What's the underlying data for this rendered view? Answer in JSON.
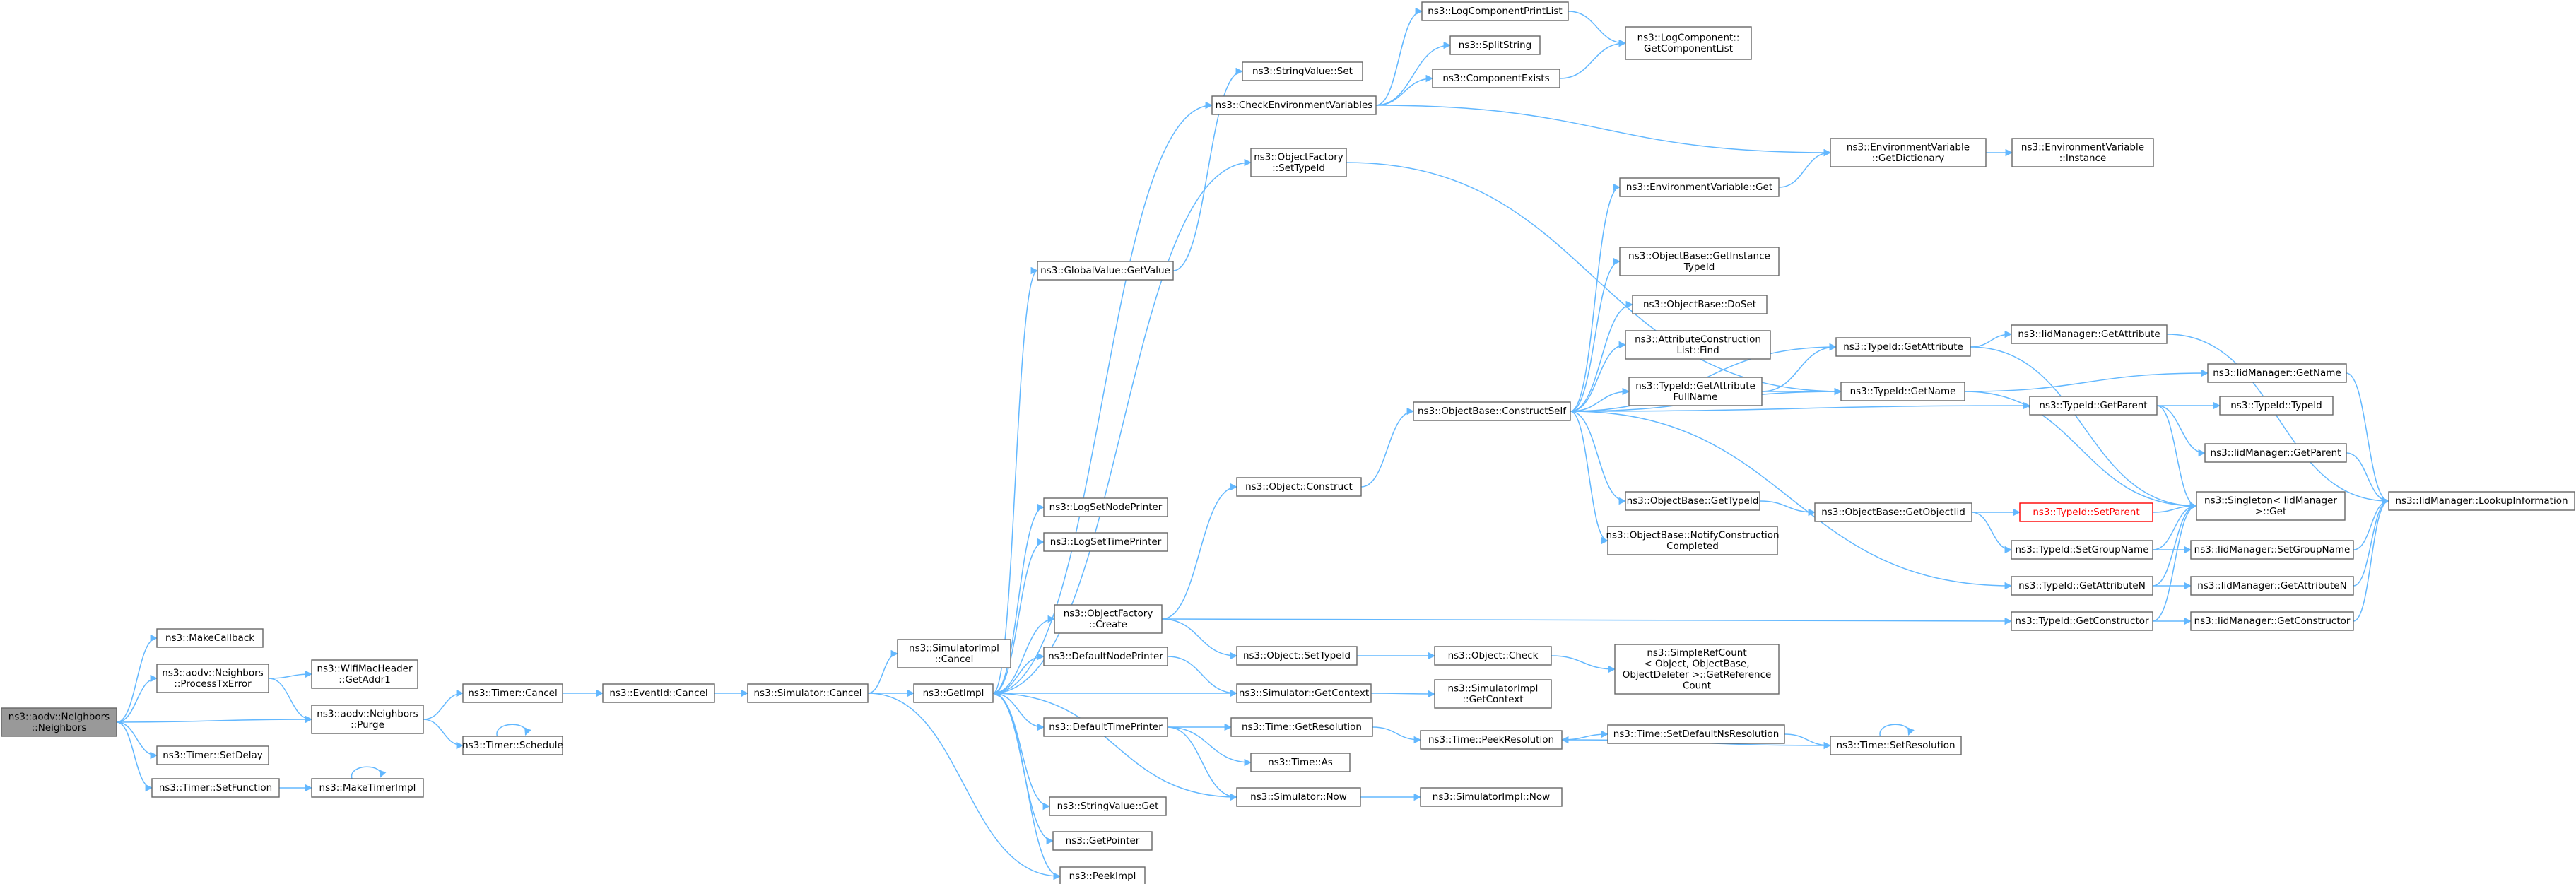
{
  "colors": {
    "edge": "#63b8ff",
    "node_border": "#666666",
    "root_fill": "#999999",
    "highlight": "#ff0000"
  },
  "nodes": [
    {
      "id": "neighbors",
      "label": [
        "ns3::aodv::Neighbors",
        "::Neighbors"
      ],
      "root": true
    },
    {
      "id": "makecallback",
      "label": [
        "ns3::MakeCallback"
      ]
    },
    {
      "id": "processtxerror",
      "label": [
        "ns3::aodv::Neighbors",
        "::ProcessTxError"
      ]
    },
    {
      "id": "getaddr1",
      "label": [
        "ns3::WifiMacHeader",
        "::GetAddr1"
      ]
    },
    {
      "id": "purge",
      "label": [
        "ns3::aodv::Neighbors",
        "::Purge"
      ]
    },
    {
      "id": "setdelay",
      "label": [
        "ns3::Timer::SetDelay"
      ]
    },
    {
      "id": "setfunction",
      "label": [
        "ns3::Timer::SetFunction"
      ]
    },
    {
      "id": "maketimerimpl",
      "label": [
        "ns3::MakeTimerImpl"
      ]
    },
    {
      "id": "timercancel",
      "label": [
        "ns3::Timer::Cancel"
      ]
    },
    {
      "id": "timerschedule",
      "label": [
        "ns3::Timer::Schedule"
      ]
    },
    {
      "id": "eventidcancel",
      "label": [
        "ns3::EventId::Cancel"
      ]
    },
    {
      "id": "simcancel",
      "label": [
        "ns3::Simulator::Cancel"
      ]
    },
    {
      "id": "simimplcancel",
      "label": [
        "ns3::SimulatorImpl",
        "::Cancel"
      ]
    },
    {
      "id": "getimpl",
      "label": [
        "ns3::GetImpl"
      ]
    },
    {
      "id": "gvgetvalue",
      "label": [
        "ns3::GlobalValue::GetValue"
      ]
    },
    {
      "id": "stringvalueset",
      "label": [
        "ns3::StringValue::Set"
      ]
    },
    {
      "id": "checkenv",
      "label": [
        "ns3::CheckEnvironmentVariables"
      ]
    },
    {
      "id": "logcompprintlist",
      "label": [
        "ns3::LogComponentPrintList"
      ]
    },
    {
      "id": "splitstring",
      "label": [
        "ns3::SplitString"
      ]
    },
    {
      "id": "componentexists",
      "label": [
        "ns3::ComponentExists"
      ]
    },
    {
      "id": "getcomponentlist",
      "label": [
        "ns3::LogComponent::",
        "GetComponentList"
      ]
    },
    {
      "id": "envgetdict",
      "label": [
        "ns3::EnvironmentVariable",
        "::GetDictionary"
      ]
    },
    {
      "id": "envinstance",
      "label": [
        "ns3::EnvironmentVariable",
        "::Instance"
      ]
    },
    {
      "id": "ofsettypeid",
      "label": [
        "ns3::ObjectFactory",
        "::SetTypeId"
      ]
    },
    {
      "id": "envget",
      "label": [
        "ns3::EnvironmentVariable::Get"
      ]
    },
    {
      "id": "obgetinstancetypeid",
      "label": [
        "ns3::ObjectBase::GetInstance",
        "TypeId"
      ]
    },
    {
      "id": "obdoset",
      "label": [
        "ns3::ObjectBase::DoSet"
      ]
    },
    {
      "id": "attrconstrlistfind",
      "label": [
        "ns3::AttributeConstruction",
        "List::Find"
      ]
    },
    {
      "id": "tidgetattrfullname",
      "label": [
        "ns3::TypeId::GetAttribute",
        "FullName"
      ]
    },
    {
      "id": "tidgetattribute",
      "label": [
        "ns3::TypeId::GetAttribute"
      ]
    },
    {
      "id": "iidgetattribute",
      "label": [
        "ns3::IidManager::GetAttribute"
      ]
    },
    {
      "id": "tidgetname",
      "label": [
        "ns3::TypeId::GetName"
      ]
    },
    {
      "id": "iidgetname",
      "label": [
        "ns3::IidManager::GetName"
      ]
    },
    {
      "id": "tidgetparent",
      "label": [
        "ns3::TypeId::GetParent"
      ]
    },
    {
      "id": "tidtypeid",
      "label": [
        "ns3::TypeId::TypeId"
      ]
    },
    {
      "id": "iidgetparent",
      "label": [
        "ns3::IidManager::GetParent"
      ]
    },
    {
      "id": "lookupinfo",
      "label": [
        "ns3::IidManager::LookupInformation"
      ]
    },
    {
      "id": "obconstructself",
      "label": [
        "ns3::ObjectBase::ConstructSelf"
      ]
    },
    {
      "id": "objconstruct",
      "label": [
        "ns3::Object::Construct"
      ]
    },
    {
      "id": "logsetnodeprinter",
      "label": [
        "ns3::LogSetNodePrinter"
      ]
    },
    {
      "id": "logsettimeprinter",
      "label": [
        "ns3::LogSetTimePrinter"
      ]
    },
    {
      "id": "obgettypeid",
      "label": [
        "ns3::ObjectBase::GetTypeId"
      ]
    },
    {
      "id": "obgetobjectiid",
      "label": [
        "ns3::ObjectBase::GetObjectIid"
      ]
    },
    {
      "id": "tidsetparent",
      "label": [
        "ns3::TypeId::SetParent"
      ],
      "red": true
    },
    {
      "id": "singletonget",
      "label": [
        "ns3::Singleton< IidManager",
        ">::Get"
      ]
    },
    {
      "id": "obnotifyconstr",
      "label": [
        "ns3::ObjectBase::NotifyConstruction",
        "Completed"
      ]
    },
    {
      "id": "tidsetgroupname",
      "label": [
        "ns3::TypeId::SetGroupName"
      ]
    },
    {
      "id": "iidsetgroupname",
      "label": [
        "ns3::IidManager::SetGroupName"
      ]
    },
    {
      "id": "tidgetattributen",
      "label": [
        "ns3::TypeId::GetAttributeN"
      ]
    },
    {
      "id": "iidgetattributen",
      "label": [
        "ns3::IidManager::GetAttributeN"
      ]
    },
    {
      "id": "ofcreate",
      "label": [
        "ns3::ObjectFactory",
        "::Create"
      ]
    },
    {
      "id": "tidgetconstructor",
      "label": [
        "ns3::TypeId::GetConstructor"
      ]
    },
    {
      "id": "iidgetconstructor",
      "label": [
        "ns3::IidManager::GetConstructor"
      ]
    },
    {
      "id": "objsettypeid",
      "label": [
        "ns3::Object::SetTypeId"
      ]
    },
    {
      "id": "objcheck",
      "label": [
        "ns3::Object::Check"
      ]
    },
    {
      "id": "simplerefcount",
      "label": [
        "ns3::SimpleRefCount",
        "< Object, ObjectBase,",
        "ObjectDeleter >::GetReference",
        "Count"
      ]
    },
    {
      "id": "defaultnodeprinter",
      "label": [
        "ns3::DefaultNodePrinter"
      ]
    },
    {
      "id": "simgetcontext",
      "label": [
        "ns3::Simulator::GetContext"
      ]
    },
    {
      "id": "simimplgetcontext",
      "label": [
        "ns3::SimulatorImpl",
        "::GetContext"
      ]
    },
    {
      "id": "defaulttimeprinter",
      "label": [
        "ns3::DefaultTimePrinter"
      ]
    },
    {
      "id": "timegetresolution",
      "label": [
        "ns3::Time::GetResolution"
      ]
    },
    {
      "id": "timepeekresolution",
      "label": [
        "ns3::Time::PeekResolution"
      ]
    },
    {
      "id": "timesetdefaultns",
      "label": [
        "ns3::Time::SetDefaultNsResolution"
      ]
    },
    {
      "id": "timesetresolution",
      "label": [
        "ns3::Time::SetResolution"
      ]
    },
    {
      "id": "timeas",
      "label": [
        "ns3::Time::As"
      ]
    },
    {
      "id": "simnow",
      "label": [
        "ns3::Simulator::Now"
      ]
    },
    {
      "id": "simimplnow",
      "label": [
        "ns3::SimulatorImpl::Now"
      ]
    },
    {
      "id": "stringvalueget",
      "label": [
        "ns3::StringValue::Get"
      ]
    },
    {
      "id": "getpointer",
      "label": [
        "ns3::GetPointer"
      ]
    },
    {
      "id": "peekimpl",
      "label": [
        "ns3::PeekImpl"
      ]
    }
  ],
  "edges": [
    [
      "neighbors",
      "makecallback"
    ],
    [
      "neighbors",
      "processtxerror"
    ],
    [
      "neighbors",
      "purge"
    ],
    [
      "neighbors",
      "setdelay"
    ],
    [
      "neighbors",
      "setfunction"
    ],
    [
      "processtxerror",
      "getaddr1"
    ],
    [
      "processtxerror",
      "purge"
    ],
    [
      "purge",
      "timercancel"
    ],
    [
      "purge",
      "timerschedule"
    ],
    [
      "setfunction",
      "maketimerimpl"
    ],
    [
      "maketimerimpl",
      "maketimerimpl"
    ],
    [
      "timerschedule",
      "timerschedule"
    ],
    [
      "timercancel",
      "eventidcancel"
    ],
    [
      "eventidcancel",
      "simcancel"
    ],
    [
      "simcancel",
      "simimplcancel"
    ],
    [
      "simcancel",
      "getimpl"
    ],
    [
      "simcancel",
      "peekimpl"
    ],
    [
      "getimpl",
      "gvgetvalue"
    ],
    [
      "getimpl",
      "checkenv"
    ],
    [
      "getimpl",
      "ofsettypeid"
    ],
    [
      "getimpl",
      "logsetnodeprinter"
    ],
    [
      "getimpl",
      "logsettimeprinter"
    ],
    [
      "getimpl",
      "ofcreate"
    ],
    [
      "getimpl",
      "defaultnodeprinter"
    ],
    [
      "getimpl",
      "defaulttimeprinter"
    ],
    [
      "getimpl",
      "stringvalueget"
    ],
    [
      "getimpl",
      "getpointer"
    ],
    [
      "getimpl",
      "peekimpl"
    ],
    [
      "gvgetvalue",
      "stringvalueset"
    ],
    [
      "checkenv",
      "logcompprintlist"
    ],
    [
      "checkenv",
      "splitstring"
    ],
    [
      "checkenv",
      "componentexists"
    ],
    [
      "checkenv",
      "envgetdict"
    ],
    [
      "logcompprintlist",
      "getcomponentlist"
    ],
    [
      "componentexists",
      "getcomponentlist"
    ],
    [
      "envgetdict",
      "envinstance"
    ],
    [
      "envget",
      "envgetdict"
    ],
    [
      "ofsettypeid",
      "tidgetname"
    ],
    [
      "ofcreate",
      "objconstruct"
    ],
    [
      "ofcreate",
      "objsettypeid"
    ],
    [
      "ofcreate",
      "tidgetconstructor"
    ],
    [
      "objconstruct",
      "obconstructself"
    ],
    [
      "obconstructself",
      "envget"
    ],
    [
      "obconstructself",
      "obgetinstancetypeid"
    ],
    [
      "obconstructself",
      "obdoset"
    ],
    [
      "obconstructself",
      "attrconstrlistfind"
    ],
    [
      "obconstructself",
      "tidgetattrfullname"
    ],
    [
      "obconstructself",
      "tidgetattribute"
    ],
    [
      "obconstructself",
      "tidgetname"
    ],
    [
      "obconstructself",
      "tidgetparent"
    ],
    [
      "obconstructself",
      "obgettypeid"
    ],
    [
      "obconstructself",
      "obnotifyconstr"
    ],
    [
      "obconstructself",
      "tidgetattributen"
    ],
    [
      "tidgetattrfullname",
      "tidgetattribute"
    ],
    [
      "tidgetattrfullname",
      "tidgetname"
    ],
    [
      "tidgetattribute",
      "iidgetattribute"
    ],
    [
      "tidgetattribute",
      "singletonget"
    ],
    [
      "tidgetname",
      "iidgetname"
    ],
    [
      "tidgetname",
      "singletonget"
    ],
    [
      "tidgetparent",
      "tidtypeid"
    ],
    [
      "tidgetparent",
      "iidgetparent"
    ],
    [
      "tidgetparent",
      "singletonget"
    ],
    [
      "iidgetattribute",
      "lookupinfo"
    ],
    [
      "iidgetname",
      "lookupinfo"
    ],
    [
      "iidgetparent",
      "lookupinfo"
    ],
    [
      "obgettypeid",
      "obgetobjectiid"
    ],
    [
      "obgetobjectiid",
      "tidsetparent"
    ],
    [
      "obgetobjectiid",
      "tidsetgroupname"
    ],
    [
      "tidsetparent",
      "singletonget"
    ],
    [
      "tidsetgroupname",
      "iidsetgroupname"
    ],
    [
      "tidsetgroupname",
      "singletonget"
    ],
    [
      "iidsetgroupname",
      "lookupinfo"
    ],
    [
      "tidgetattributen",
      "iidgetattributen"
    ],
    [
      "tidgetattributen",
      "singletonget"
    ],
    [
      "iidgetattributen",
      "lookupinfo"
    ],
    [
      "tidgetconstructor",
      "iidgetconstructor"
    ],
    [
      "tidgetconstructor",
      "singletonget"
    ],
    [
      "iidgetconstructor",
      "lookupinfo"
    ],
    [
      "objsettypeid",
      "objcheck"
    ],
    [
      "objcheck",
      "simplerefcount"
    ],
    [
      "defaultnodeprinter",
      "simgetcontext"
    ],
    [
      "simgetcontext",
      "simimplgetcontext"
    ],
    [
      "simgetcontext",
      "getimpl"
    ],
    [
      "defaulttimeprinter",
      "timegetresolution"
    ],
    [
      "defaulttimeprinter",
      "timeas"
    ],
    [
      "defaulttimeprinter",
      "simnow"
    ],
    [
      "timegetresolution",
      "timepeekresolution"
    ],
    [
      "timepeekresolution",
      "timesetdefaultns"
    ],
    [
      "timesetdefaultns",
      "timesetresolution"
    ],
    [
      "timesetresolution",
      "timepeekresolution"
    ],
    [
      "timesetresolution",
      "timesetresolution"
    ],
    [
      "simnow",
      "simimplnow"
    ],
    [
      "simnow",
      "getimpl"
    ]
  ]
}
